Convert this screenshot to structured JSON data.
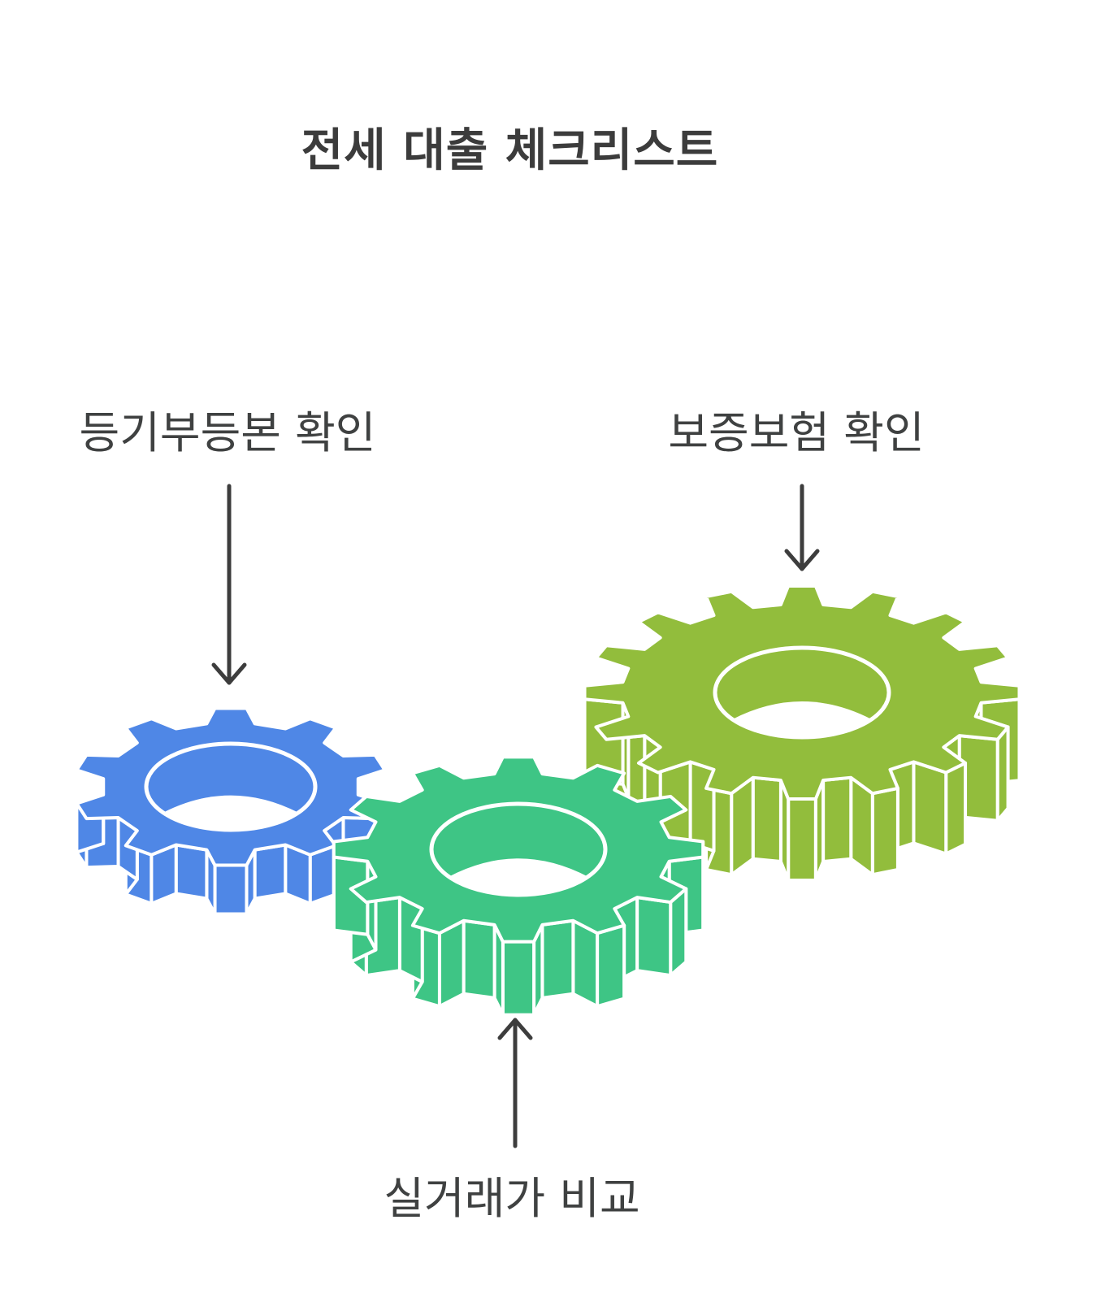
{
  "title": "전세 대출 체크리스트",
  "labels": {
    "left": "등기부등본 확인",
    "right": "보증보험 확인",
    "bottom": "실거래가 비교"
  },
  "colors": {
    "blue_gear": "#4f87e6",
    "teal_gear": "#3ec585",
    "green_gear": "#92bd3c",
    "arrow": "#3d3d3d",
    "text": "#3f4141"
  },
  "icons": [
    "gear-icon",
    "gear-icon",
    "gear-icon",
    "arrow-down-icon",
    "arrow-down-icon",
    "arrow-up-icon"
  ]
}
